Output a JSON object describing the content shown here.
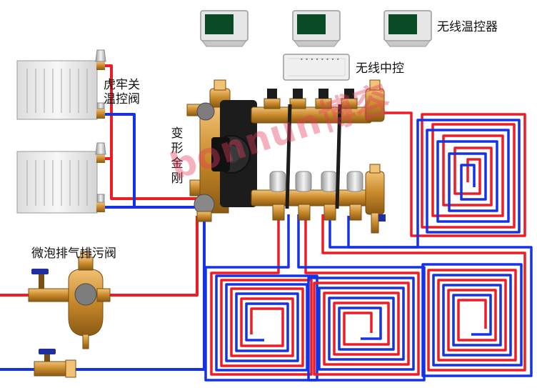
{
  "labels": {
    "wireless_thermostat": "无线温控器",
    "wireless_center": "无线中控",
    "tiger_valve_line1": "虎牢关",
    "tiger_valve_line2": "温控阀",
    "transform_king_kong": "变形金刚",
    "micro_bubble_valve": "微泡排气排污阀"
  },
  "watermark": "bonnun博容",
  "colors": {
    "supply_pipe": "#ee1c25",
    "return_pipe": "#1432e6",
    "brass": "#c8892a",
    "pump_body": "#1c1c1c",
    "valve_handle": "#1f2f9e"
  }
}
